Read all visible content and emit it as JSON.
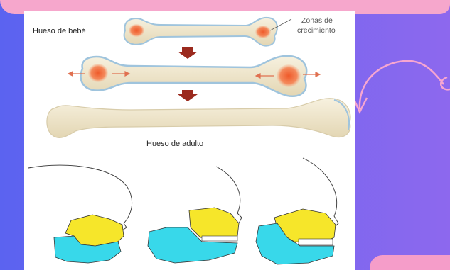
{
  "figure": {
    "labels": {
      "baby_bone": "Hueso de bebé",
      "growth_zones_line1": "Zonas de",
      "growth_zones_line2": "crecimiento",
      "adult_bone": "Hueso de adulto"
    }
  },
  "colors": {
    "background_left": "#5b63f0",
    "background_right": "#8d68ee",
    "banner_pink": "#f6a7cc",
    "bone_fill": "#f2ead2",
    "growth_zone": "#f06a3c",
    "jaw_yellow": "#f6e62a",
    "jaw_cyan": "#38d8ea"
  }
}
